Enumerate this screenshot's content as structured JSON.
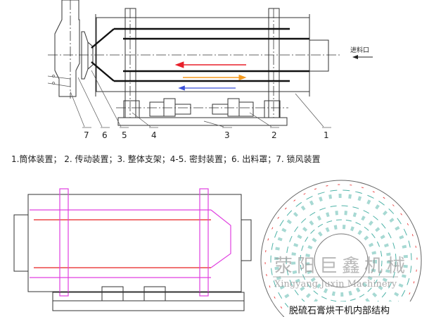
{
  "top_diagram": {
    "part_labels": [
      "7",
      "6",
      "5",
      "4",
      "3",
      "2",
      "1"
    ],
    "inlet_label": "进料口",
    "flow_arrow_colors": {
      "hot_gas": "#e8202a",
      "material": "#f59a1e",
      "return": "#3a4fd8"
    }
  },
  "caption": "1.筒体装置； 2. 传动装置；3. 整体支架；4-5. 密封装置；6. 出料罩；7. 锁风装置",
  "bottom_right": {
    "watermark_cn": "荥阳巨鑫机械",
    "watermark_en": "Xingyang Juxin Machinery",
    "title": "脱硫石膏烘干机内部结构"
  },
  "colors": {
    "blade": "#4fb3a8",
    "frame_pink": "#e040e0",
    "inner_red": "#e82020"
  }
}
